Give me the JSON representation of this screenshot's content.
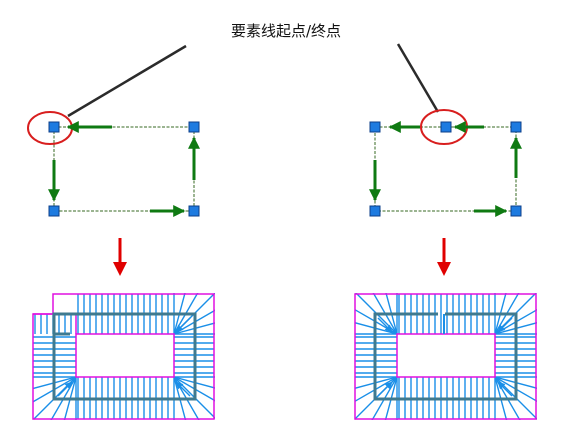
{
  "annotation": {
    "label": "要素线起点/终点"
  },
  "colors": {
    "pointer_line": "#2b2b2b",
    "feature_line": "#7a9b6d",
    "vertex_fill": "#1e7be0",
    "vertex_stroke": "#0c3f8a",
    "direction_arrow": "#0f7a12",
    "highlight_ellipse": "#d81e1e",
    "result_arrow": "#e00000",
    "stair_outline": "#e010e0",
    "stair_tread": "#1a8fe8",
    "stair_path": "#3f7a8f",
    "stair_path_arrow": "#1a8fe8"
  },
  "icons": {
    "vertex": "square-vertex-icon",
    "direction": "green-arrow-icon",
    "result": "red-down-arrow-icon"
  },
  "panels": [
    {
      "id": "left",
      "start_vertex": "top-left-corner"
    },
    {
      "id": "right",
      "start_vertex": "top-edge-midpoint"
    }
  ]
}
